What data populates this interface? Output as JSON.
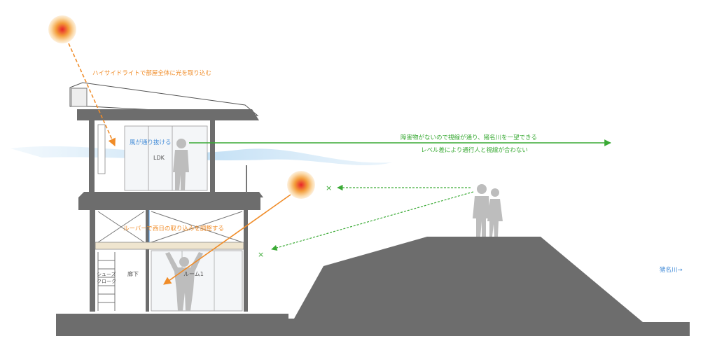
{
  "annotations": {
    "sun_light": "ハイサイドライトで部屋全体に光を取り込む",
    "wind": "風が通り抜ける",
    "view": "障害物がないので視線が通り、猪名川を一望できる",
    "level": "レベル差により通行人と視線が合わない",
    "louver": "ルーバーで西日の取り込みを調整する",
    "river": "猪名川→"
  },
  "rooms": {
    "ldk": "LDK",
    "hall": "廊下",
    "room1": "ルーム1",
    "closet_line1": "シューズ",
    "closet_line2": "クローク"
  },
  "marks": {
    "blocked": "×"
  },
  "colors": {
    "orange": "#f08c28",
    "green": "#3aaa35",
    "blue": "#4a90d9",
    "ground": "#6d6d6d",
    "sky": "#cfe6f7"
  }
}
